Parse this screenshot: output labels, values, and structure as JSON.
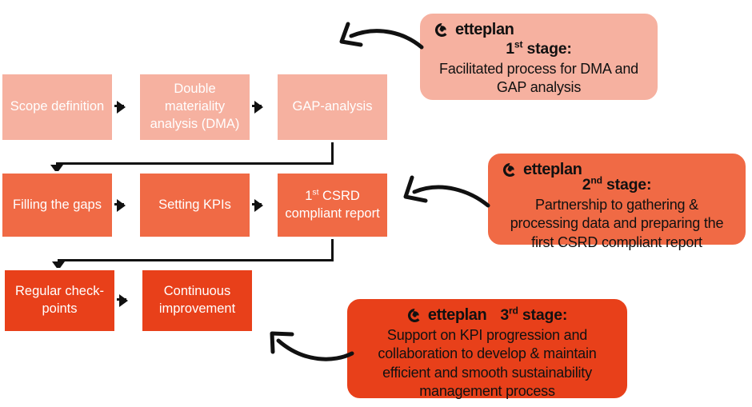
{
  "theme": {
    "light": "#f6b1a0",
    "mid": "#f06a45",
    "dark": "#e8401a",
    "ink": "#111111",
    "box_text": "#ffffff"
  },
  "flow": {
    "row1": [
      {
        "id": "scope-definition",
        "label": "Scope definition",
        "tone": "light"
      },
      {
        "id": "double-materiality",
        "label": "Double materiality analysis (DMA)",
        "tone": "light"
      },
      {
        "id": "gap-analysis",
        "label": "GAP-analysis",
        "tone": "light"
      }
    ],
    "row2": [
      {
        "id": "filling-the-gaps",
        "label": "Filling the gaps",
        "tone": "mid"
      },
      {
        "id": "setting-kpis",
        "label": "Setting KPIs",
        "tone": "mid"
      },
      {
        "id": "first-csrd-report",
        "label_pre": "1",
        "label_sup": "st",
        "label_post": " CSRD compliant report",
        "tone": "mid"
      }
    ],
    "row3": [
      {
        "id": "regular-checkpoints",
        "label": "Regular check-points",
        "tone": "dark"
      },
      {
        "id": "continuous-improvement",
        "label": "Continuous improvement",
        "tone": "dark"
      }
    ]
  },
  "callouts": [
    {
      "id": "stage-1",
      "brand": "etteplan",
      "logo_icon": "etteplan-brandmark-icon",
      "stage_number": "1",
      "stage_ordinal": "st",
      "stage_word": " stage:",
      "body": "Facilitated process for DMA and GAP analysis",
      "tone": "light"
    },
    {
      "id": "stage-2",
      "brand": "etteplan",
      "logo_icon": "etteplan-brandmark-icon",
      "stage_number": "2",
      "stage_ordinal": "nd",
      "stage_word": " stage:",
      "body": "Partnership to gathering & processing data and preparing the first CSRD compliant report",
      "tone": "mid"
    },
    {
      "id": "stage-3",
      "brand": "etteplan",
      "logo_icon": "etteplan-brandmark-icon",
      "stage_number": "3",
      "stage_ordinal": "rd",
      "stage_word": " stage:",
      "body": "Support on KPI progression and collaboration to develop & maintain efficient and smooth sustainability management process",
      "tone": "dark"
    }
  ],
  "connectors": {
    "arrow_icon": "arrow-right-icon",
    "curve_icon": "curved-arrow-icon",
    "elbow_icon": "elbow-arrow-down-icon"
  }
}
